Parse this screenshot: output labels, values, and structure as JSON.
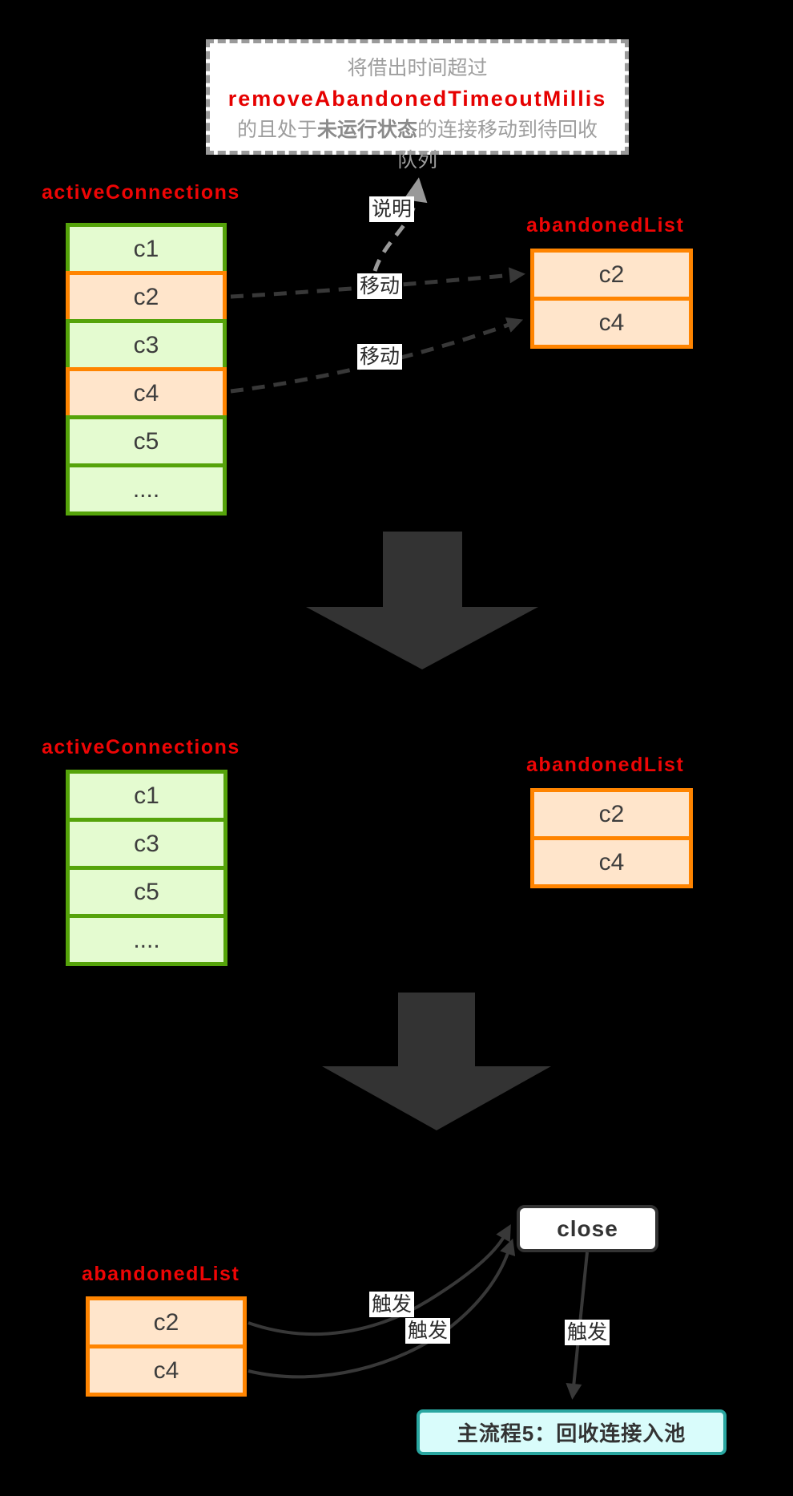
{
  "note": {
    "line1": "将借出时间超过",
    "keyword": "removeAbandonedTimeoutMillis",
    "line2_pre": "的且处于",
    "line2_bold": "未运行状态",
    "line2_post": "的连接移动到待回收",
    "line3": "队列"
  },
  "annotations": {
    "explain": "说明",
    "move1": "移动",
    "move2": "移动",
    "trigger1": "触发",
    "trigger2": "触发",
    "trigger3": "触发"
  },
  "step1": {
    "active": {
      "title": "activeConnections",
      "rows": [
        "c1",
        "c2",
        "c3",
        "c4",
        "c5",
        "...."
      ]
    },
    "abandoned": {
      "title": "abandonedList",
      "rows": [
        "c2",
        "c4"
      ]
    }
  },
  "step2": {
    "active": {
      "title": "activeConnections",
      "rows": [
        "c1",
        "c3",
        "c5",
        "...."
      ]
    },
    "abandoned": {
      "title": "abandonedList",
      "rows": [
        "c2",
        "c4"
      ]
    }
  },
  "step3": {
    "abandoned": {
      "title": "abandonedList",
      "rows": [
        "c2",
        "c4"
      ]
    },
    "close_label": "close",
    "flow_label": "主流程5：回收连接入池"
  },
  "colors": {
    "background": "#000000",
    "title_red": "#ee0505",
    "keyword_red": "#e60000",
    "note_gray": "#9e9e9e",
    "green_border": "#55a30a",
    "green_fill": "#e4fbd0",
    "orange_border": "#ff8400",
    "orange_fill": "#ffe5cb",
    "arrow_dark": "#333333",
    "explain_gray": "#999999",
    "flow_border": "#29a6a0",
    "flow_fill": "#d9fcfb"
  }
}
